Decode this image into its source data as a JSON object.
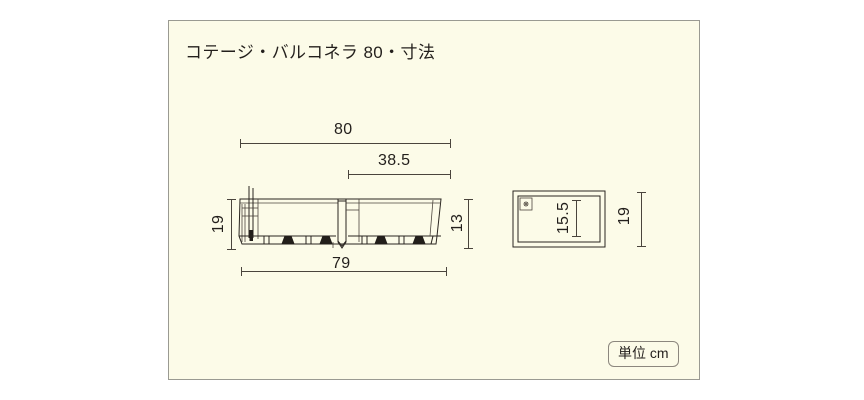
{
  "figure": {
    "title": "コテージ・バルコネラ 80・寸法",
    "background_color": "#fcfbe8",
    "border_color": "#9a9a92",
    "line_color": "#2a2520"
  },
  "unit_badge": {
    "label": "単位 cm"
  },
  "views": {
    "front": {
      "name": "front-elevation",
      "dimensions": {
        "overall_width_top": "80",
        "inner_width": "38.5",
        "base_width": "79",
        "overall_height": "19",
        "body_height": "13"
      }
    },
    "side": {
      "name": "side-elevation",
      "dimensions": {
        "inner_depth": "15.5",
        "overall_depth": "19"
      }
    }
  },
  "chart_data": {
    "type": "table",
    "title": "コテージ・バルコネラ 80・寸法",
    "unit": "cm",
    "categories": [
      "80",
      "38.5",
      "79",
      "19",
      "13",
      "15.5",
      "19"
    ],
    "values": [
      80,
      38.5,
      79,
      19,
      13,
      15.5,
      19
    ],
    "series": [
      {
        "name": "front-elevation",
        "values": [
          80,
          38.5,
          79,
          19,
          13
        ]
      },
      {
        "name": "side-elevation",
        "values": [
          15.5,
          19
        ]
      }
    ],
    "xlabel": "",
    "ylabel": "",
    "legend": []
  }
}
